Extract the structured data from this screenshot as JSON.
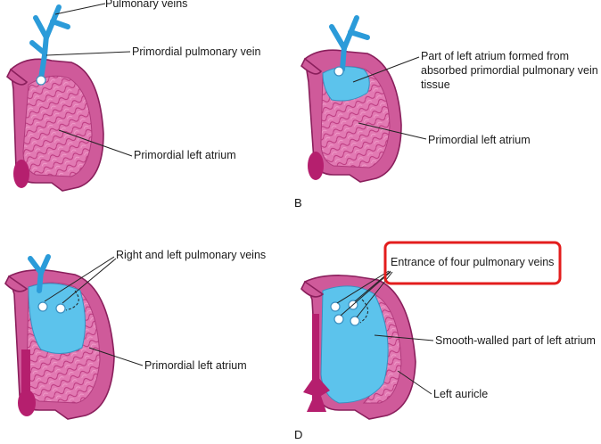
{
  "colors": {
    "wall": "#cf5a9a",
    "trabeculae": "#e27ab3",
    "blood_tissue": "#5cc3ec",
    "highlight_box": "#e31d1d"
  },
  "panel_a": {
    "label_pulmonary_veins": "Pulmonary veins",
    "label_primordial_vein": "Primordial pulmonary vein",
    "label_left_atrium": "Primordial left atrium"
  },
  "panel_b": {
    "letter": "B",
    "label_absorbed_line1": "Part of left atrium formed from",
    "label_absorbed_line2": "absorbed primordial pulmonary vein",
    "label_absorbed_line3": "tissue",
    "label_left_atrium": "Primordial left atrium"
  },
  "panel_c": {
    "label_veins": "Right and left pulmonary veins",
    "label_left_atrium": "Primordial left atrium"
  },
  "panel_d": {
    "letter": "D",
    "label_entrance": "Entrance of four pulmonary veins",
    "label_smooth": "Smooth-walled part of left atrium",
    "label_auricle": "Left auricle"
  }
}
